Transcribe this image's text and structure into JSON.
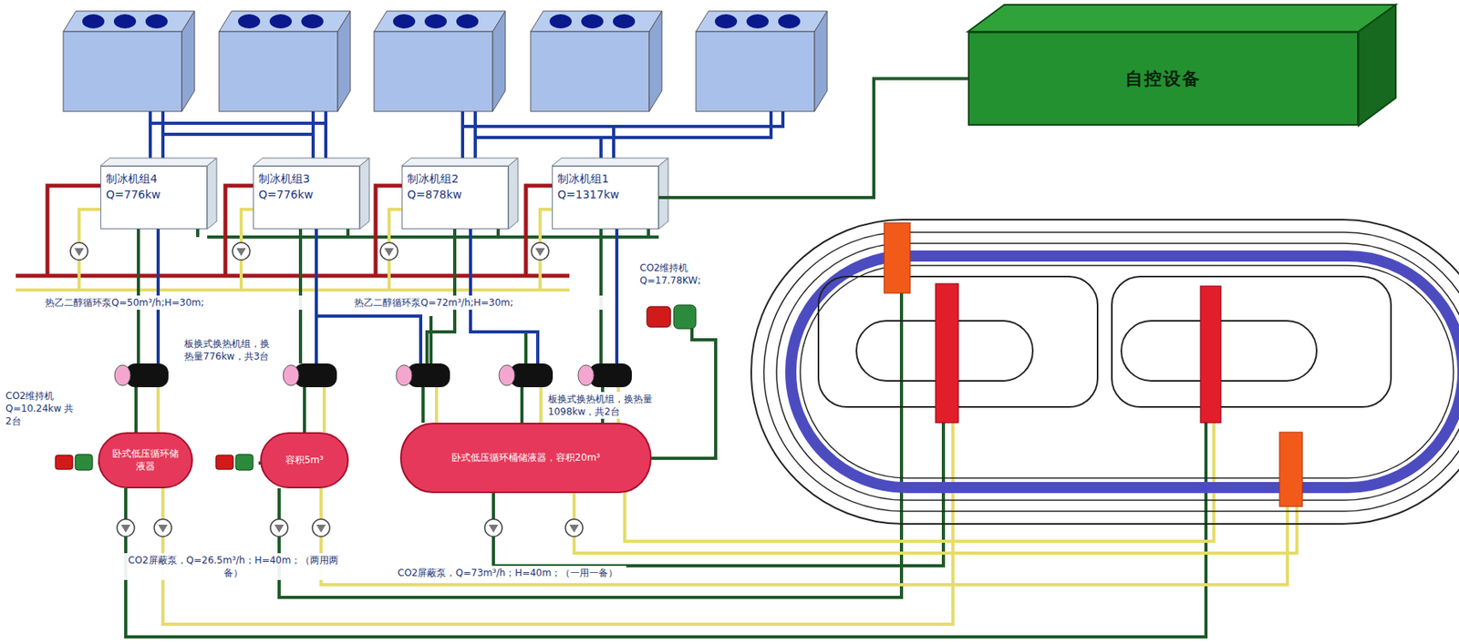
{
  "diagram": {
    "nodes": [
      {
        "text": [
          "自控设备"
        ]
      },
      {
        "text": [
          "制冰机组4",
          "Q=776kw"
        ]
      },
      {
        "text": [
          "制冰机组3",
          "Q=776kw"
        ]
      },
      {
        "text": [
          "制冰机组2",
          "Q=878kw"
        ]
      },
      {
        "text": [
          "制冰机组1",
          "Q=1317kw"
        ]
      },
      {
        "text": [
          "卧式低压循环储液器"
        ]
      },
      {
        "text": [
          "容积5m³"
        ]
      },
      {
        "text": [
          "卧式低压循环桶储液器，容积20m³"
        ]
      }
    ],
    "edges": [
      {
        "from": 4,
        "to": 0,
        "arrow": "none"
      }
    ],
    "labels": [
      "热乙二醇循环泵Q=50m³/h;H=30m;",
      "热乙二醇循环泵Q=72m³/h;H=30m;",
      "CO2维持机 Q=17.78KW;",
      "板换式换热机组，换热量776kw，共3台",
      "板换式换热机组，换热量1098kw，共2台",
      "CO2维持机 Q=10.24kw 共2台",
      "CO2屏蔽泵，Q=26.5m³/h；H=40m；（两用两备）",
      "CO2屏蔽泵，Q=73m³/h；H=40m；（一用一备）"
    ]
  }
}
